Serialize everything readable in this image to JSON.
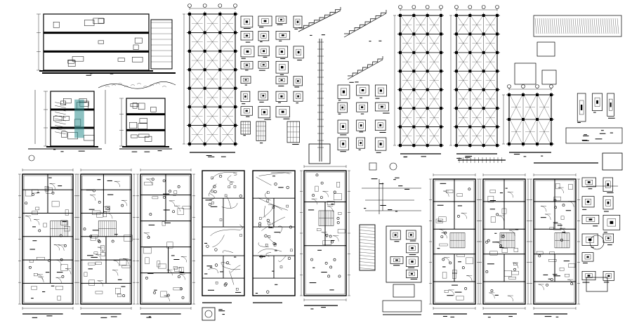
{
  "sheet": {
    "ink_color": "#000000",
    "background_color": "#ffffff",
    "accent_color": "#2f8f8f"
  },
  "drawings": [
    {
      "id": "section-a",
      "kind": "section"
    },
    {
      "id": "section-b",
      "kind": "section-with-stair"
    },
    {
      "id": "facade",
      "kind": "elevation"
    },
    {
      "id": "foundation-plan",
      "kind": "structural-plan"
    },
    {
      "id": "column-details",
      "kind": "details"
    },
    {
      "id": "stair-details",
      "kind": "details"
    },
    {
      "id": "slab-plan-1",
      "kind": "structural-plan"
    },
    {
      "id": "slab-plan-2",
      "kind": "structural-plan"
    },
    {
      "id": "slab-plan-3",
      "kind": "structural-plan"
    },
    {
      "id": "floor-plan-1",
      "kind": "architectural-plan"
    },
    {
      "id": "floor-plan-2",
      "kind": "architectural-plan"
    },
    {
      "id": "floor-plan-3",
      "kind": "architectural-plan"
    },
    {
      "id": "electrical-plan-1",
      "kind": "electrical-plan"
    },
    {
      "id": "electrical-plan-2",
      "kind": "electrical-plan"
    },
    {
      "id": "plumbing-plan",
      "kind": "plumbing-plan"
    },
    {
      "id": "riser-diagram",
      "kind": "schematic"
    },
    {
      "id": "tank-details",
      "kind": "details"
    },
    {
      "id": "distribution-plan-1",
      "kind": "architectural-plan"
    },
    {
      "id": "distribution-plan-2",
      "kind": "architectural-plan"
    },
    {
      "id": "distribution-plan-3",
      "kind": "architectural-plan"
    },
    {
      "id": "misc-details",
      "kind": "details"
    }
  ]
}
